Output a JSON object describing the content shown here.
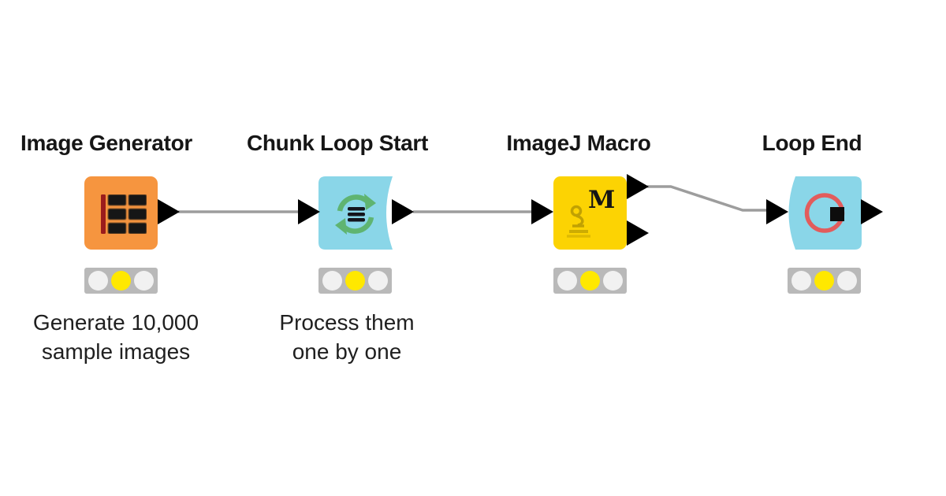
{
  "workflow": {
    "nodes": [
      {
        "title": "Image Generator",
        "icon": "table-grid-icon",
        "node_color": "#F6953F",
        "status": "configured",
        "ports": {
          "inputs": 0,
          "outputs": 1
        },
        "caption_lines": [
          "Generate 10,000",
          "sample images"
        ]
      },
      {
        "title": "Chunk Loop Start",
        "icon": "loop-sync-icon",
        "node_color": "#8AD6E8",
        "status": "configured",
        "ports": {
          "inputs": 1,
          "outputs": 1
        },
        "caption_lines": [
          "Process them",
          "one by one"
        ]
      },
      {
        "title": "ImageJ Macro",
        "icon": "imagej-microscope-icon",
        "icon_letter": "M",
        "node_color": "#FCD303",
        "status": "configured",
        "ports": {
          "inputs": 1,
          "outputs": 2
        },
        "caption_lines": []
      },
      {
        "title": "Loop End",
        "icon": "loop-end-ring-icon",
        "node_color": "#8AD6E8",
        "status": "configured",
        "ports": {
          "inputs": 1,
          "outputs": 1
        },
        "caption_lines": []
      }
    ]
  },
  "colors": {
    "node_orange": "#F6953F",
    "node_cyan": "#8AD6E8",
    "node_yellow": "#FCD303",
    "wire_gray": "#9D9D9D",
    "port_black": "#000000",
    "traffic_bg": "#B9B9B9",
    "traffic_off": "#F1F1F1",
    "traffic_on": "#FFE800",
    "icon_bar_red": "#9B1C1C",
    "icon_cell_black": "#161616",
    "icon_loop_green": "#5FB471",
    "icon_hamburger_black": "#14141c",
    "icon_ring_red": "#E25C5C",
    "icon_square_black": "#0D0D0D",
    "icon_macro_black": "#151515",
    "title_black": "#161616",
    "caption_black": "#1f1f1f"
  }
}
